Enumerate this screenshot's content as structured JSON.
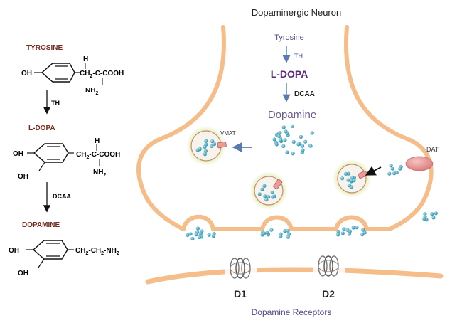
{
  "neuron": {
    "title": "Dopaminergic Neuron",
    "step_tyrosine": "Tyrosine",
    "enzyme_th": "TH",
    "step_ldopa": "L-DOPA",
    "enzyme_dcaa": "DCAA",
    "step_dopamine": "Dopamine",
    "vmat_label": "VMAT",
    "dat_label": "DAT",
    "receptor_d1": "D1",
    "receptor_d2": "D2",
    "receptors_caption": "Dopamine Receptors"
  },
  "pathway": {
    "tyrosine": {
      "name": "TYROSINE",
      "oh_para": "OH",
      "h": "H",
      "chain": "CH",
      "chain_rest": "-C-COOH",
      "nh": "NH",
      "sub2": "2"
    },
    "enzyme1": "TH",
    "ldopa": {
      "name": "L-DOPA",
      "oh_para": "OH",
      "oh_meta": "OH",
      "h": "H",
      "chain": "CH",
      "chain_rest": "-C-COOH",
      "nh": "NH",
      "sub2": "2"
    },
    "enzyme2": "DCAA",
    "dopamine": {
      "name": "DOPAMINE",
      "oh_para": "OH",
      "oh_meta": "OH",
      "chain_a": "CH",
      "chain_b": "-CH",
      "chain_c": "-NH",
      "sub2": "2"
    }
  },
  "colors": {
    "membrane": "#f4bd8a",
    "compound_name": "#7b2a1c",
    "caption": "#4e4a8a",
    "ldopa": "#5a2a7a",
    "dopamine_label": "#6a5a8a",
    "arrow_blue": "#5b7ab0",
    "molecule": "#3d9fb8",
    "vesicle_glow": "#d6e79a",
    "vesicle_fill": "#f6f3ec",
    "transporter": "#ec9a96",
    "receptor": "#777777"
  }
}
